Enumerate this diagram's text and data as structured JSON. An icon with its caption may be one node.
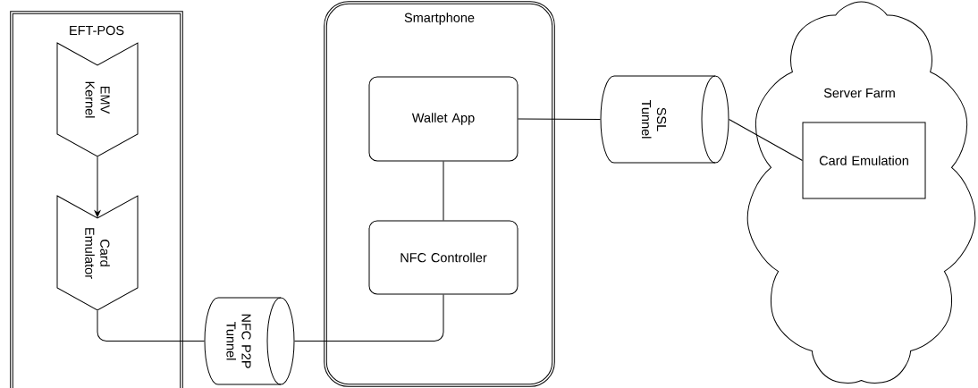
{
  "diagram": {
    "nodes": [
      {
        "text": [
          "EFT-POS"
        ]
      },
      {
        "text": [
          "EMV Kernel"
        ],
        "in": 0
      },
      {
        "text": [
          "Card Emulator"
        ],
        "in": 0
      },
      {
        "text": [
          "NFC P2P Tunnel"
        ]
      },
      {
        "text": [
          "Smartphone"
        ]
      },
      {
        "text": [
          "Wallet App"
        ],
        "in": 4
      },
      {
        "text": [
          "NFC Controller"
        ],
        "in": 4
      },
      {
        "text": [
          "SSL Tunnel"
        ]
      },
      {
        "text": [
          "Server Farm"
        ]
      },
      {
        "text": [
          "Card Emulation"
        ],
        "in": 8
      }
    ],
    "edges": [
      {
        "from": 1,
        "to": 2,
        "arrow": "to"
      },
      {
        "from": 2,
        "to": 3,
        "arrow": "none"
      },
      {
        "from": 3,
        "to": 6,
        "arrow": "none"
      },
      {
        "from": 5,
        "to": 6,
        "arrow": "none"
      },
      {
        "from": 5,
        "to": 7,
        "arrow": "none"
      },
      {
        "from": 7,
        "to": 9,
        "arrow": "none"
      }
    ]
  }
}
